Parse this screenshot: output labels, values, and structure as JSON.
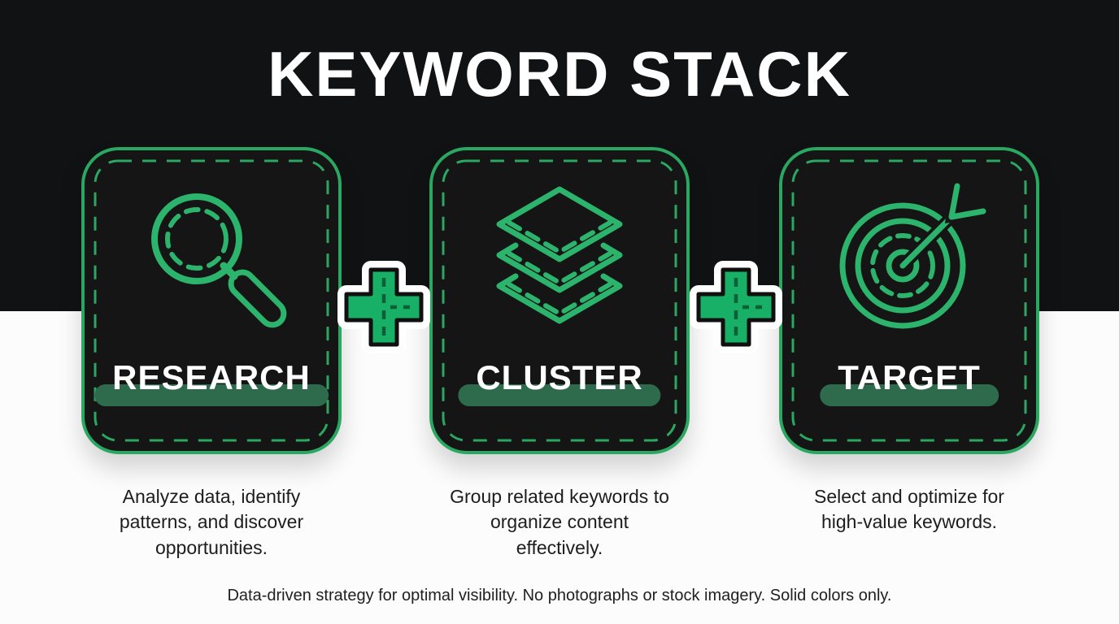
{
  "title": "KEYWORD STACK",
  "cards": [
    {
      "label": "RESEARCH",
      "icon": "magnifier-icon",
      "description": "Analyze data, identify\npatterns, and discover\nopportunities."
    },
    {
      "label": "CLUSTER",
      "icon": "layers-icon",
      "description": "Group related keywords to\norganize content\neffectively."
    },
    {
      "label": "TARGET",
      "icon": "target-icon",
      "description": "Select and optimize for\nhigh-value keywords."
    }
  ],
  "connectors": [
    {
      "icon": "plus-icon"
    },
    {
      "icon": "plus-icon"
    }
  ],
  "footer": {
    "caption": "Data-driven strategy for optimal visibility. No photographs or stock imagery. Solid colors only."
  },
  "colors": {
    "accent_green": "#2cb46c",
    "border_green": "#2aa861",
    "pill_dark_green": "#2e6b4d",
    "plus_fill_green": "#17b066",
    "band_black": "#111213",
    "card_black": "#151515",
    "background_white": "#fcfcfc",
    "text_white": "#ffffff",
    "text_dark": "#1d1d1d"
  }
}
